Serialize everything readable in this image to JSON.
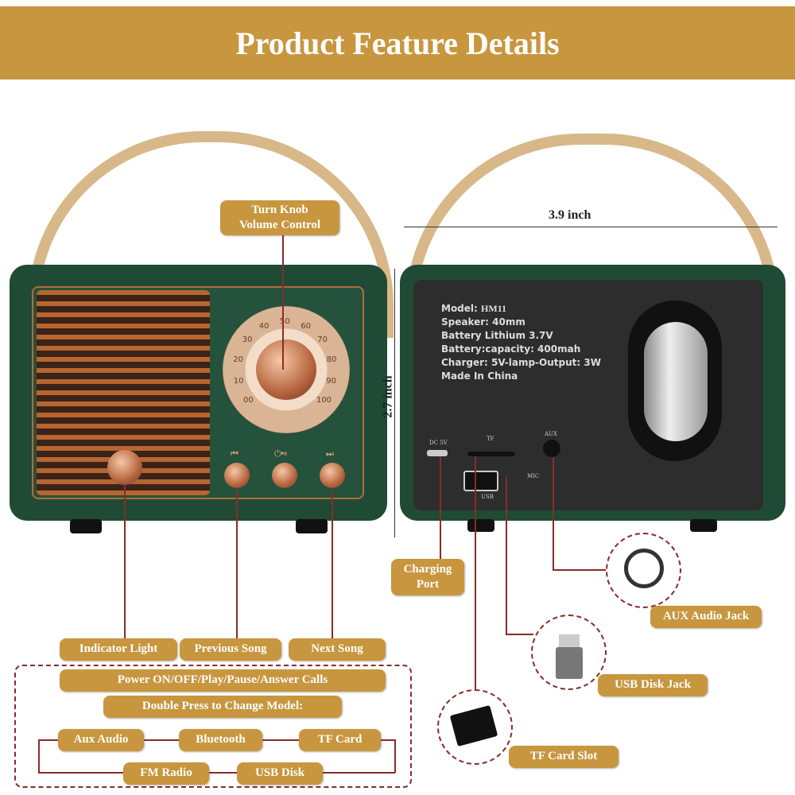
{
  "header": {
    "title": "Product Feature Details"
  },
  "dimensions": {
    "width": "3.9 inch",
    "height": "2.7 inch"
  },
  "dial_numbers": [
    "00",
    "10",
    "20",
    "30",
    "40",
    "50",
    "60",
    "70",
    "80",
    "90",
    "100"
  ],
  "specs": {
    "model_label": "Model:",
    "model": "HM11",
    "lines": [
      "Speaker: 40mm",
      "Battery Lithium 3.7V",
      "Battery:capacity: 400mah",
      "Charger: 5V-lamp-Output: 3W",
      "Made In China"
    ]
  },
  "ports": {
    "dc": "DC 5V",
    "tf": "TF",
    "aux": "AUX",
    "mic": "MIC",
    "usb": "USB"
  },
  "labels": {
    "knob": "Turn Knob\nVolume Control",
    "indicator": "Indicator Light",
    "prev": "Previous Song",
    "next": "Next Song",
    "power": "Power ON/OFF/Play/Pause/Answer Calls",
    "double": "Double Press to Change Model:",
    "charging": "Charging\nPort",
    "aux_jack": "AUX Audio Jack",
    "usb_jack": "USB Disk Jack",
    "tf_slot": "TF Card Slot"
  },
  "modes": [
    "Aux Audio",
    "Bluetooth",
    "TF Card",
    "USB Disk",
    "FM Radio"
  ],
  "colors": {
    "accent": "#c8963e",
    "line": "#8b2a2a",
    "body": "#1f4a35"
  }
}
